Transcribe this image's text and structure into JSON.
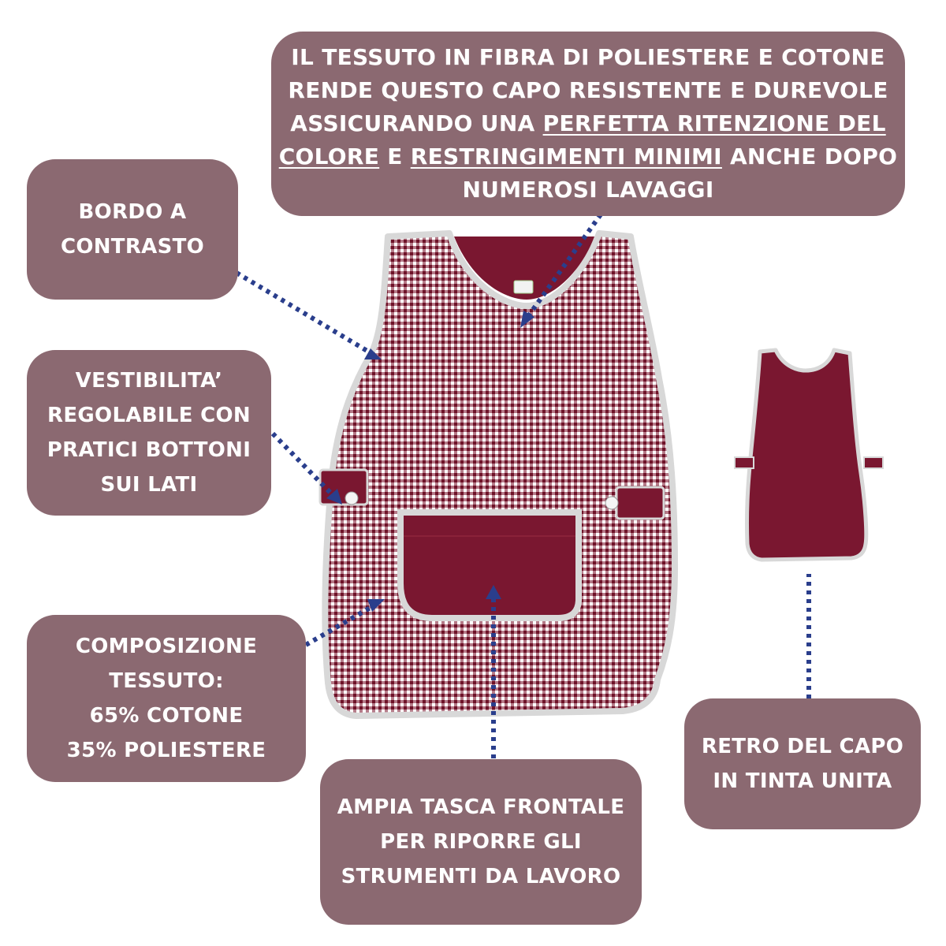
{
  "colors": {
    "callout_bg": "#8b6971",
    "callout_text": "#ffffff",
    "fabric_burgundy": "#7a1730",
    "piping_grey": "#d8d8d8",
    "arrow_blue": "#2a3e8c"
  },
  "callouts": {
    "fabric": {
      "line1": "IL TESSUTO IN FIBRA DI POLIESTERE E COTONE",
      "line2": "RENDE QUESTO CAPO RESISTENTE E DUREVOLE",
      "line3_pre": "ASSICURANDO UNA ",
      "line3_u": "PERFETTA RITENZIONE DEL",
      "line4_u1": "COLORE",
      "line4_mid": " E ",
      "line4_u2": "RESTRINGIMENTI MINIMI",
      "line4_post": " ANCHE DOPO",
      "line5": "NUMEROSI LAVAGGI"
    },
    "border": {
      "line1": "BORDO A",
      "line2": "CONTRASTO"
    },
    "fit": {
      "line1": "VESTIBILITA’",
      "line2": "REGOLABILE CON",
      "line3": "PRATICI BOTTONI",
      "line4": "SUI LATI"
    },
    "composition": {
      "line1": "COMPOSIZIONE",
      "line2": "TESSUTO:",
      "line3": "65% COTONE",
      "line4": "35% POLIESTERE"
    },
    "pocket": {
      "line1": "AMPIA TASCA FRONTALE",
      "line2": "PER RIPORRE GLI",
      "line3": "STRUMENTI DA LAVORO"
    },
    "back": {
      "line1": "RETRO DEL CAPO",
      "line2": "IN TINTA UNITA"
    }
  }
}
